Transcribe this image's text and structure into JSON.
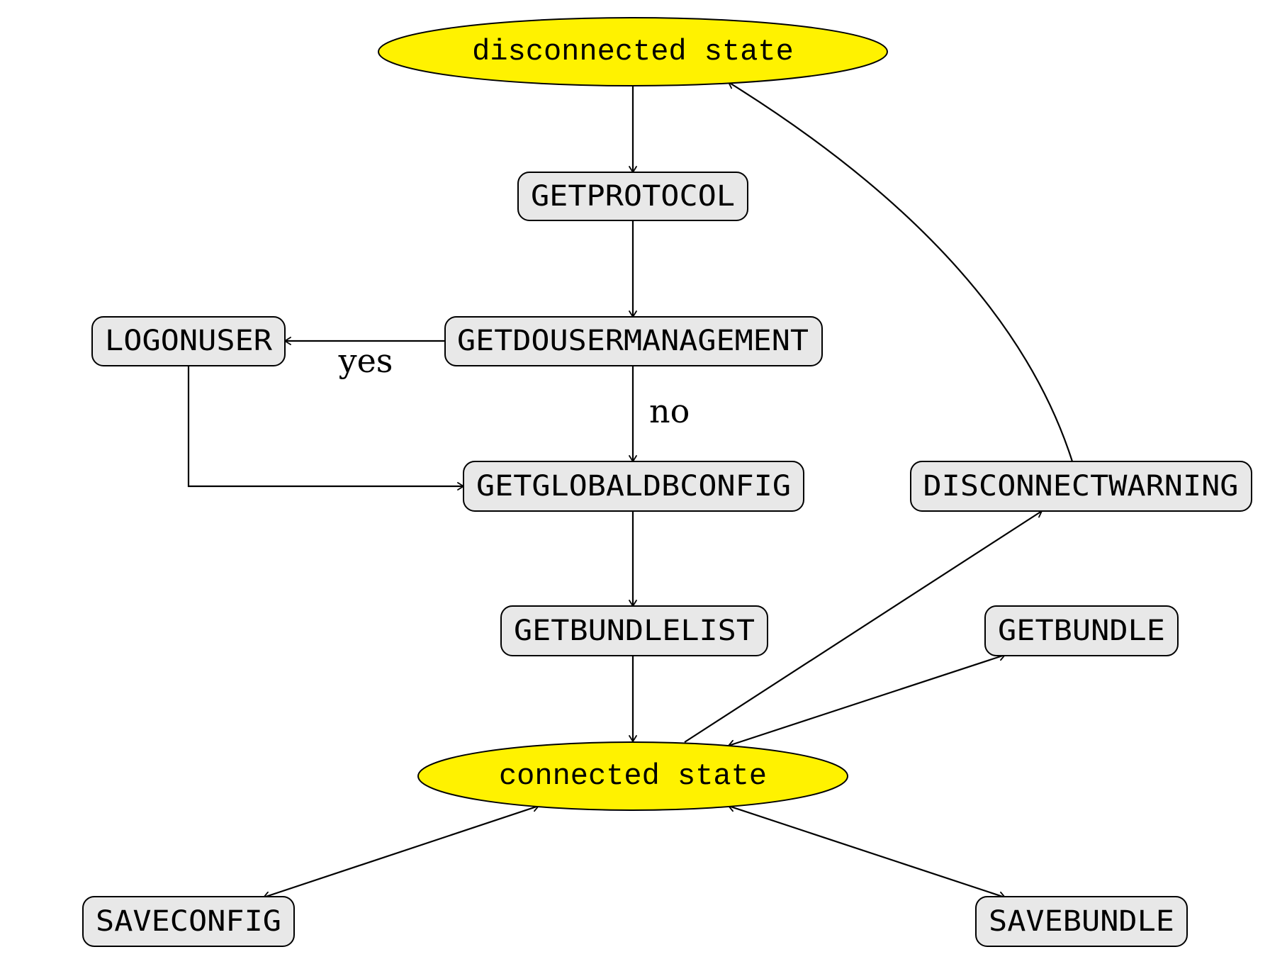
{
  "diagram": {
    "type": "flowchart",
    "nodes": {
      "disconnected": {
        "label": "disconnected state",
        "kind": "state",
        "fill": "#FFF200"
      },
      "getprotocol": {
        "label": "GETPROTOCOL",
        "kind": "command",
        "fill": "#E8E8E8"
      },
      "getdousermanagement": {
        "label": "GETDOUSERMANAGEMENT",
        "kind": "command",
        "fill": "#E8E8E8"
      },
      "logonuser": {
        "label": "LOGONUSER",
        "kind": "command",
        "fill": "#E8E8E8"
      },
      "getglobaldbconfig": {
        "label": "GETGLOBALDBCONFIG",
        "kind": "command",
        "fill": "#E8E8E8"
      },
      "disconnectwarning": {
        "label": "DISCONNECTWARNING",
        "kind": "command",
        "fill": "#E8E8E8"
      },
      "getbundlelist": {
        "label": "GETBUNDLELIST",
        "kind": "command",
        "fill": "#E8E8E8"
      },
      "getbundle": {
        "label": "GETBUNDLE",
        "kind": "command",
        "fill": "#E8E8E8"
      },
      "connected": {
        "label": "connected state",
        "kind": "state",
        "fill": "#FFF200"
      },
      "saveconfig": {
        "label": "SAVECONFIG",
        "kind": "command",
        "fill": "#E8E8E8"
      },
      "savebundle": {
        "label": "SAVEBUNDLE",
        "kind": "command",
        "fill": "#E8E8E8"
      }
    },
    "edges": [
      {
        "from": "disconnected",
        "to": "getprotocol",
        "label": ""
      },
      {
        "from": "getprotocol",
        "to": "getdousermanagement",
        "label": ""
      },
      {
        "from": "getdousermanagement",
        "to": "logonuser",
        "label": "yes"
      },
      {
        "from": "getdousermanagement",
        "to": "getglobaldbconfig",
        "label": "no"
      },
      {
        "from": "logonuser",
        "to": "getglobaldbconfig",
        "label": ""
      },
      {
        "from": "getglobaldbconfig",
        "to": "getbundlelist",
        "label": ""
      },
      {
        "from": "getbundlelist",
        "to": "connected",
        "label": ""
      },
      {
        "from": "connected",
        "to": "disconnectwarning",
        "label": ""
      },
      {
        "from": "disconnectwarning",
        "to": "disconnected",
        "label": ""
      },
      {
        "from": "connected",
        "to": "getbundle",
        "label": "",
        "bidirectional": true
      },
      {
        "from": "connected",
        "to": "saveconfig",
        "label": "",
        "bidirectional": true
      },
      {
        "from": "connected",
        "to": "savebundle",
        "label": "",
        "bidirectional": true
      }
    ]
  }
}
